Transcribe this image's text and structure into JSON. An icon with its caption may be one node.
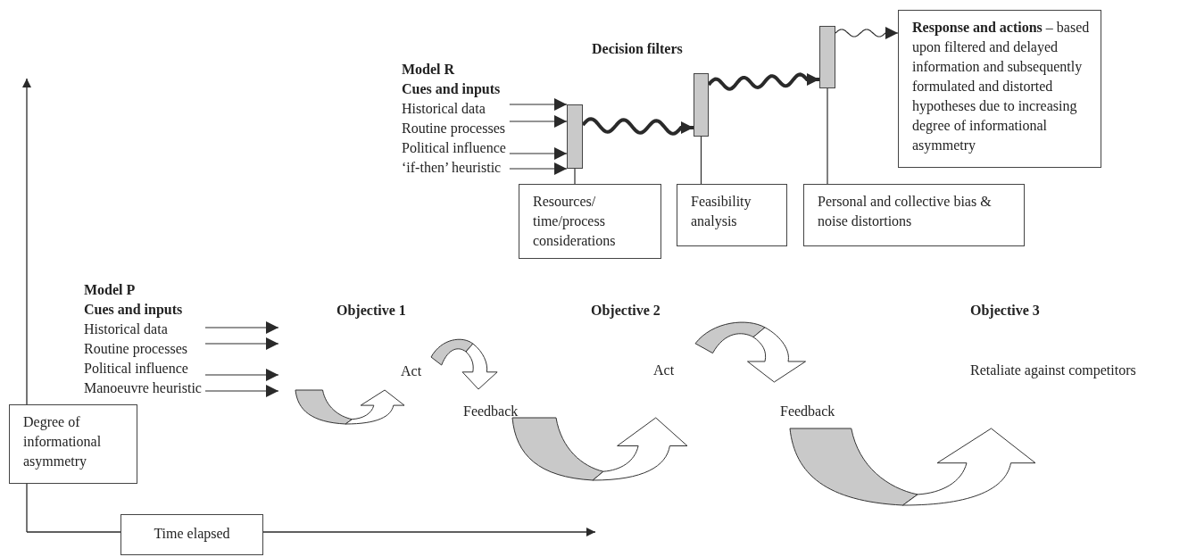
{
  "diagram": {
    "nodes": [
      {
        "text": [
          "Model R",
          "Cues and inputs",
          "Historical data",
          "Routine processes",
          "Political influence",
          "‘if-then’ heuristic"
        ]
      },
      {
        "text": [],
        "shape": "bar"
      },
      {
        "text": [],
        "shape": "bar"
      },
      {
        "text": [],
        "shape": "bar"
      },
      {
        "text": [
          "**Response and actions** – based upon filtered and delayed information and subsequently formulated and distorted hypotheses due to increasing degree of informational asymmetry"
        ]
      },
      {
        "text": [
          "Resources/ time/process considerations"
        ]
      },
      {
        "text": [
          "Feasibility analysis"
        ]
      },
      {
        "text": [
          "Personal and collective bias & noise distortions"
        ]
      },
      {
        "text": [
          "Model P",
          "Cues and inputs",
          "Historical data",
          "Routine processes",
          "Political influence",
          "Manoeuvre heuristic"
        ]
      },
      {
        "text": [
          "Degree of informational asymmetry"
        ]
      },
      {
        "text": [
          "Time elapsed"
        ]
      }
    ],
    "edges": [
      {
        "from": 0,
        "to": 1,
        "arrow": "to"
      },
      {
        "from": 0,
        "to": 1,
        "arrow": "to"
      },
      {
        "from": 0,
        "to": 1,
        "arrow": "to"
      },
      {
        "from": 0,
        "to": 1,
        "arrow": "to"
      },
      {
        "from": 1,
        "to": 2,
        "arrow": "to",
        "style": "thick"
      },
      {
        "from": 2,
        "to": 3,
        "arrow": "to",
        "style": "thick"
      },
      {
        "from": 3,
        "to": 4,
        "arrow": "to"
      },
      {
        "from": 1,
        "to": 5,
        "arrow": "none"
      },
      {
        "from": 2,
        "to": 6,
        "arrow": "none"
      },
      {
        "from": 3,
        "to": 7,
        "arrow": "none"
      },
      {
        "from": 8,
        "to": null,
        "arrow": "to"
      },
      {
        "from": 8,
        "to": null,
        "arrow": "to"
      },
      {
        "from": 8,
        "to": null,
        "arrow": "to"
      },
      {
        "from": 8,
        "to": null,
        "arrow": "to"
      }
    ],
    "labels": [
      "Decision filters",
      "Objective 1",
      "Act",
      "Feedback",
      "Objective 2",
      "Act",
      "Feedback",
      "Objective 3",
      "Retaliate against competitors"
    ]
  }
}
